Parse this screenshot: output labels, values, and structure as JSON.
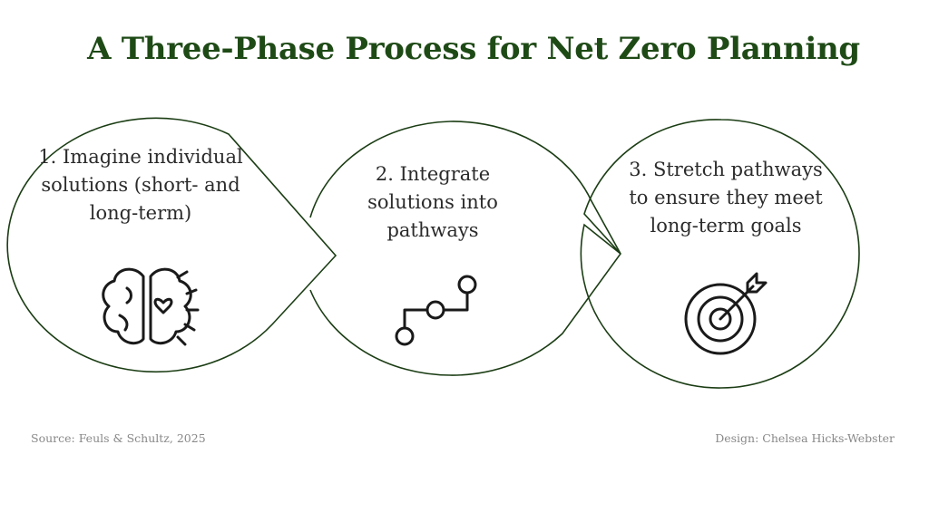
{
  "title": "A Three-Phase Process for Net Zero Planning",
  "steps": [
    {
      "number": "1.",
      "text": "1. Imagine individual solutions (short- and long-term)",
      "icon": "brain-heart-icon"
    },
    {
      "number": "2.",
      "text": "2. Integrate solutions into pathways",
      "icon": "pathway-nodes-icon"
    },
    {
      "number": "3.",
      "text": "3. Stretch pathways to ensure they meet long-term goals",
      "icon": "target-arrow-icon"
    }
  ],
  "footer": {
    "source": "Source: Feuls & Schultz, 2025",
    "design": "Design: Chelsea Hicks-Webster"
  },
  "colors": {
    "title": "#1e4a16",
    "outline": "#1b3d14",
    "icon": "#1a1a1a",
    "text": "#2b2b2b",
    "footer": "#888888"
  }
}
